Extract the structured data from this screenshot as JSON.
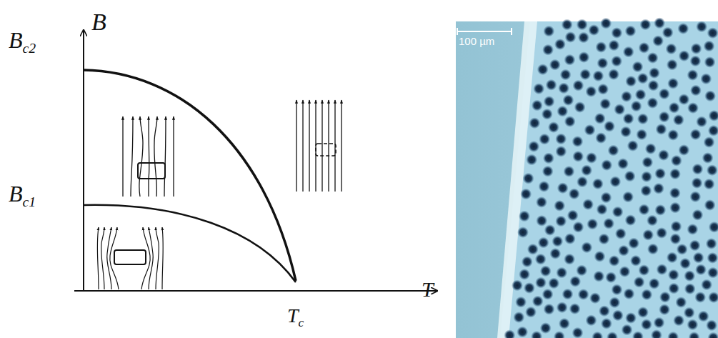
{
  "diagram": {
    "labels": [
      "B",
      "Bc2",
      "Bc1",
      "T",
      "Tc",
      "100 µm"
    ]
  }
}
